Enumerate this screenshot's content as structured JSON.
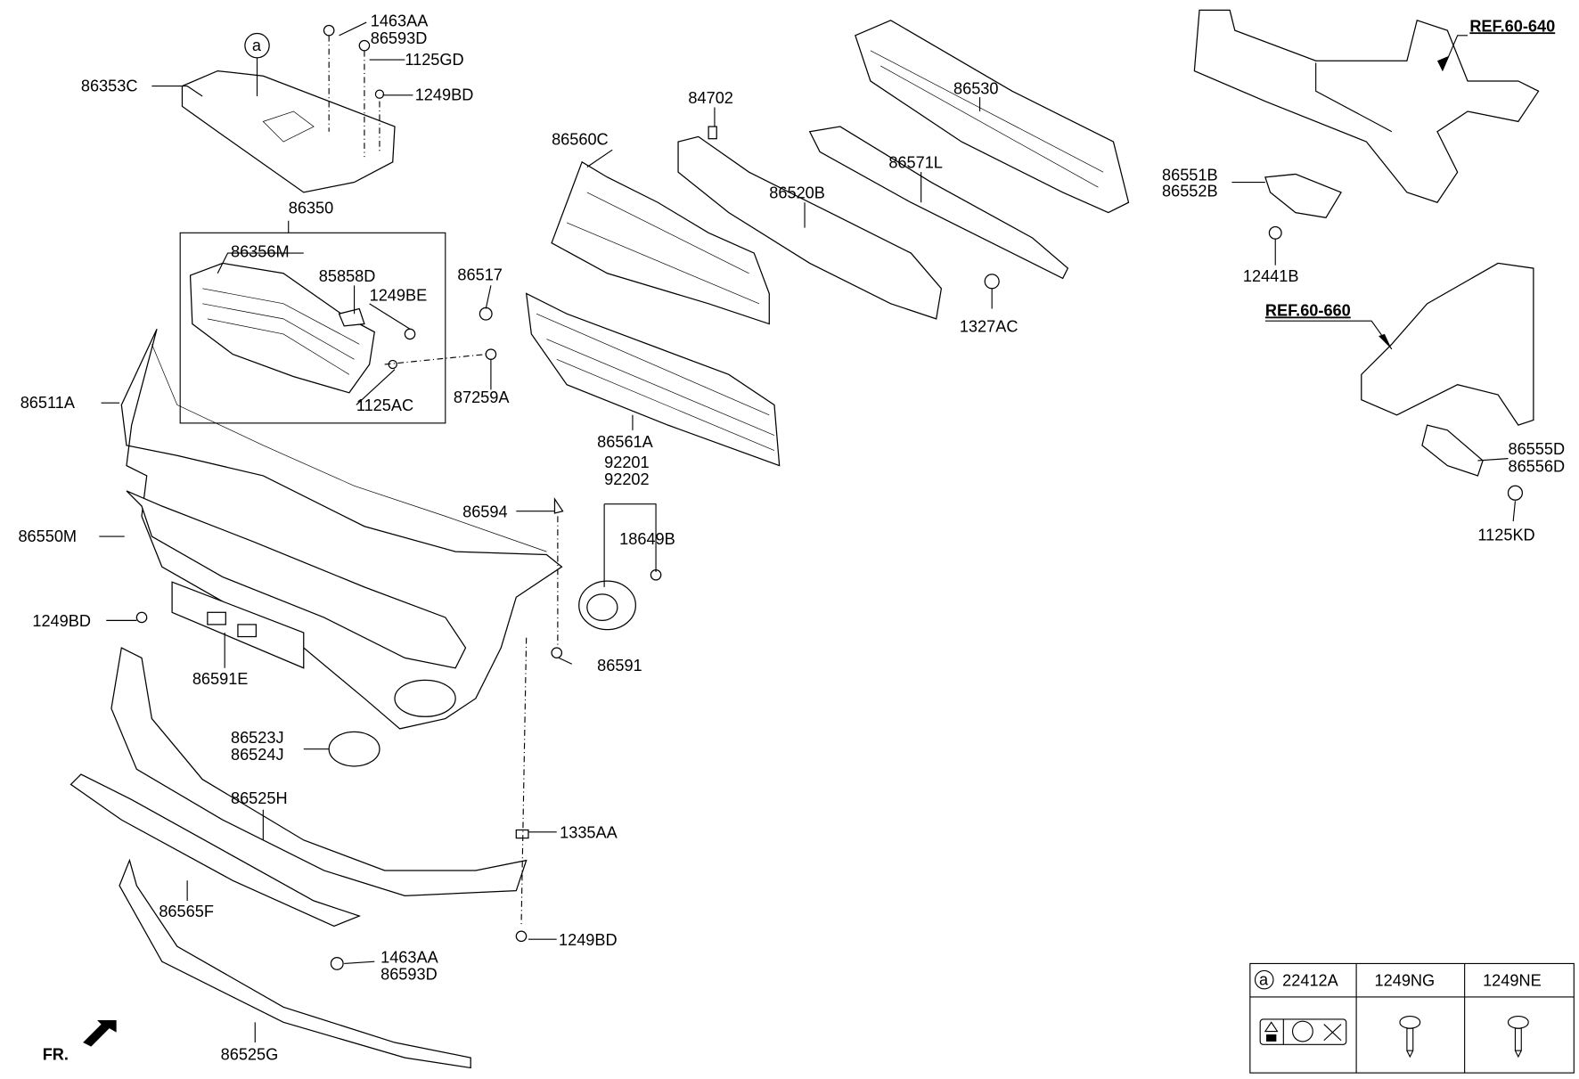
{
  "labels": {
    "l1463AA_top": "1463AA",
    "l86593D_top": "86593D",
    "l86353C": "86353C",
    "l1125GD": "1125GD",
    "l1249BD_top": "1249BD",
    "l86350": "86350",
    "l86356M": "86356M",
    "l85858D": "85858D",
    "l1249BE": "1249BE",
    "l86517": "86517",
    "l86511A": "86511A",
    "l1125AC": "1125AC",
    "l87259A": "87259A",
    "l86560C": "86560C",
    "l84702": "84702",
    "l86530": "86530",
    "l86571L": "86571L",
    "l86520B": "86520B",
    "l1327AC": "1327AC",
    "l86561A": "86561A",
    "l92201": "92201",
    "l92202": "92202",
    "l86594": "86594",
    "l18649B": "18649B",
    "l86550M": "86550M",
    "l1249BD_left": "1249BD",
    "l86591": "86591",
    "l86591E": "86591E",
    "l86523J": "86523J",
    "l86524J": "86524J",
    "l86525H": "86525H",
    "l1335AA": "1335AA",
    "l86565F": "86565F",
    "l1249BD_bottom": "1249BD",
    "l1463AA_bottom": "1463AA",
    "l86593D_bottom": "86593D",
    "l86525G": "86525G",
    "l86551B": "86551B",
    "l86552B": "86552B",
    "l12441B": "12441B",
    "l86555D": "86555D",
    "l86556D": "86556D",
    "l1125KD": "1125KD",
    "callout_a": "a"
  },
  "references": {
    "ref_60_640": "REF.60-640",
    "ref_60_660": "REF.60-660"
  },
  "direction_marker": "FR.",
  "legend_table": {
    "callout": "a",
    "columns": [
      {
        "part": "22412A",
        "icon": "warning-label-icon"
      },
      {
        "part": "1249NG",
        "icon": "screw-icon"
      },
      {
        "part": "1249NE",
        "icon": "screw-icon"
      }
    ]
  }
}
